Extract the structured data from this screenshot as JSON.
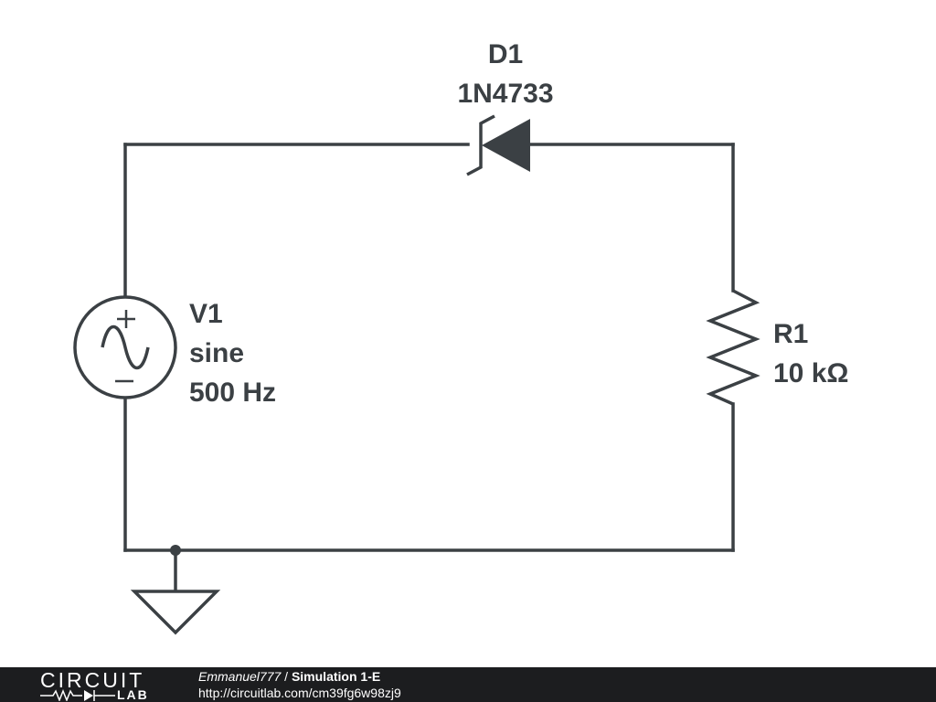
{
  "components": {
    "diode": {
      "ref": "D1",
      "part": "1N4733"
    },
    "source": {
      "ref": "V1",
      "type": "sine",
      "freq": "500 Hz"
    },
    "resistor": {
      "ref": "R1",
      "value": "10 kΩ"
    }
  },
  "footer": {
    "logo_top": "CIRCUIT",
    "logo_bottom": "LAB",
    "author": "Emmanuel777",
    "separator": " / ",
    "title": "Simulation 1-E",
    "url": "http://circuitlab.com/cm39fg6w98zj9"
  }
}
